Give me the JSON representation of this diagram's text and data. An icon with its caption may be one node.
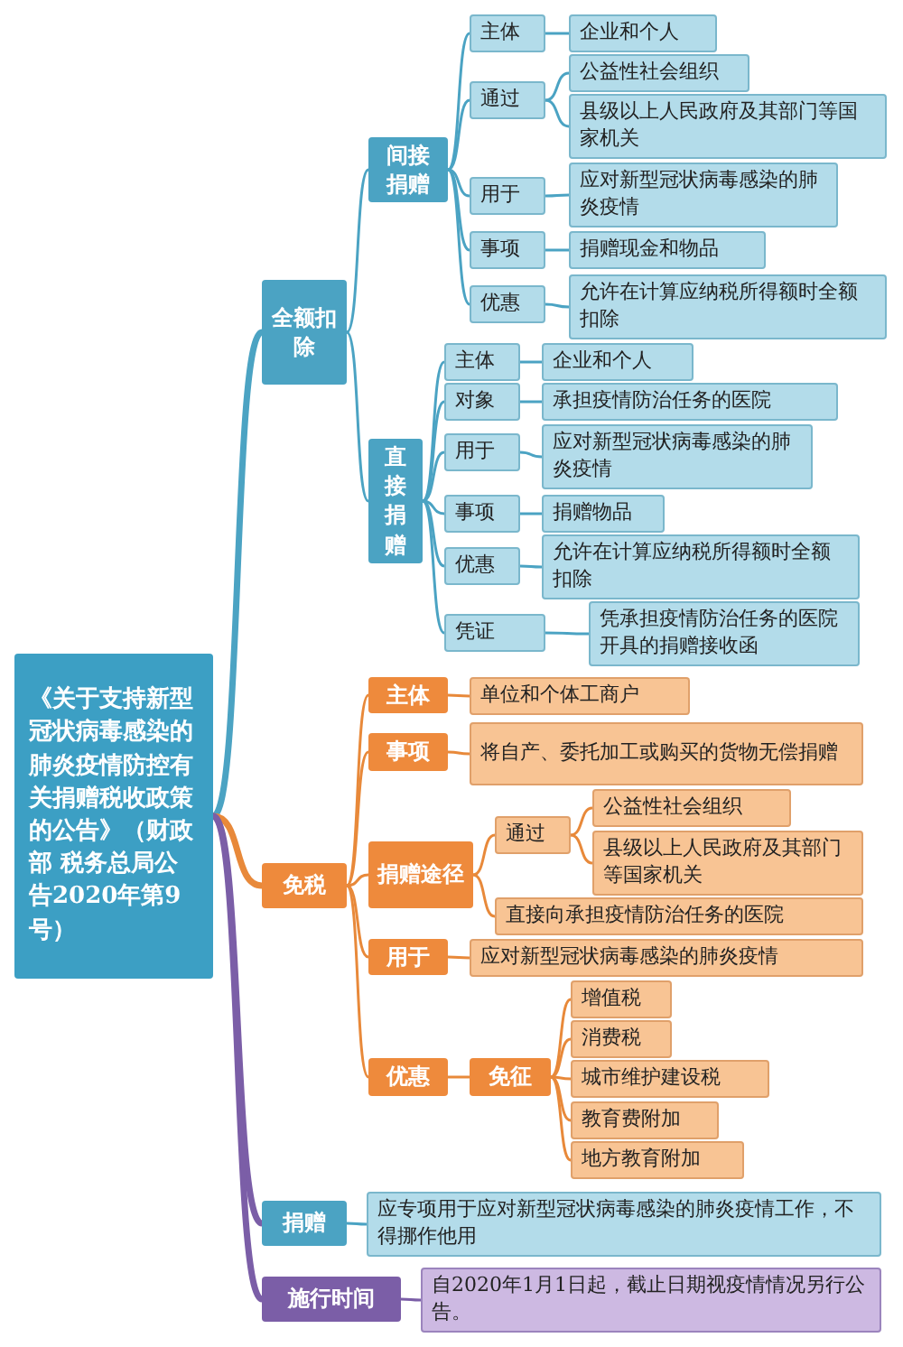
{
  "diagram": {
    "nodes": [
      {
        "text": [
          "《关于支持新型冠状病毒感染的肺炎疫情防控有关捐赠税收政策的公告》（财政部 税务总局公告2020年第9号）"
        ]
      },
      {
        "text": [
          "全额扣除"
        ]
      },
      {
        "text": [
          "间接捐赠"
        ]
      },
      {
        "text": [
          "主体"
        ]
      },
      {
        "text": [
          "企业和个人"
        ]
      },
      {
        "text": [
          "通过"
        ]
      },
      {
        "text": [
          "公益性社会组织"
        ]
      },
      {
        "text": [
          "县级以上人民政府及其部门等国家机关"
        ]
      },
      {
        "text": [
          "用于"
        ]
      },
      {
        "text": [
          "应对新型冠状病毒感染的肺炎疫情"
        ]
      },
      {
        "text": [
          "事项"
        ]
      },
      {
        "text": [
          "捐赠现金和物品"
        ]
      },
      {
        "text": [
          "优惠"
        ]
      },
      {
        "text": [
          "允许在计算应纳税所得额时全额扣除"
        ]
      },
      {
        "text": [
          "直接捐赠"
        ]
      },
      {
        "text": [
          "主体"
        ]
      },
      {
        "text": [
          "企业和个人"
        ]
      },
      {
        "text": [
          "对象"
        ]
      },
      {
        "text": [
          "承担疫情防治任务的医院"
        ]
      },
      {
        "text": [
          "用于"
        ]
      },
      {
        "text": [
          "应对新型冠状病毒感染的肺炎疫情"
        ]
      },
      {
        "text": [
          "事项"
        ]
      },
      {
        "text": [
          "捐赠物品"
        ]
      },
      {
        "text": [
          "优惠"
        ]
      },
      {
        "text": [
          "允许在计算应纳税所得额时全额扣除"
        ]
      },
      {
        "text": [
          "凭证"
        ]
      },
      {
        "text": [
          "凭承担疫情防治任务的医院开具的捐赠接收函"
        ]
      },
      {
        "text": [
          "免税"
        ]
      },
      {
        "text": [
          "主体"
        ]
      },
      {
        "text": [
          "单位和个体工商户"
        ]
      },
      {
        "text": [
          "事项"
        ]
      },
      {
        "text": [
          "将自产、委托加工或购买的货物无偿捐赠"
        ]
      },
      {
        "text": [
          "捐赠途径"
        ]
      },
      {
        "text": [
          "通过"
        ]
      },
      {
        "text": [
          "公益性社会组织"
        ]
      },
      {
        "text": [
          "县级以上人民政府及其部门等国家机关"
        ]
      },
      {
        "text": [
          "直接向承担疫情防治任务的医院"
        ]
      },
      {
        "text": [
          "用于"
        ]
      },
      {
        "text": [
          "应对新型冠状病毒感染的肺炎疫情"
        ]
      },
      {
        "text": [
          "优惠"
        ]
      },
      {
        "text": [
          "免征"
        ]
      },
      {
        "text": [
          "增值税"
        ]
      },
      {
        "text": [
          "消费税"
        ]
      },
      {
        "text": [
          "城市维护建设税"
        ]
      },
      {
        "text": [
          "教育费附加"
        ]
      },
      {
        "text": [
          "地方教育附加"
        ]
      },
      {
        "text": [
          "捐赠"
        ]
      },
      {
        "text": [
          "应专项用于应对新型冠状病毒感染的肺炎疫情工作，不得挪作他用"
        ]
      },
      {
        "text": [
          "施行时间"
        ]
      },
      {
        "text": [
          "自2020年1月1日起，截止日期视疫情情况另行公告。"
        ]
      }
    ],
    "edges": [
      {
        "from": 0,
        "to": 1,
        "arrow": "none",
        "style": "thick"
      },
      {
        "from": 1,
        "to": 2,
        "arrow": "none"
      },
      {
        "from": 2,
        "to": 3,
        "arrow": "none"
      },
      {
        "from": 3,
        "to": 4,
        "arrow": "none"
      },
      {
        "from": 2,
        "to": 5,
        "arrow": "none"
      },
      {
        "from": 5,
        "to": 6,
        "arrow": "none"
      },
      {
        "from": 5,
        "to": 7,
        "arrow": "none"
      },
      {
        "from": 2,
        "to": 8,
        "arrow": "none"
      },
      {
        "from": 8,
        "to": 9,
        "arrow": "none"
      },
      {
        "from": 2,
        "to": 10,
        "arrow": "none"
      },
      {
        "from": 10,
        "to": 11,
        "arrow": "none"
      },
      {
        "from": 2,
        "to": 12,
        "arrow": "none"
      },
      {
        "from": 12,
        "to": 13,
        "arrow": "none"
      },
      {
        "from": 1,
        "to": 14,
        "arrow": "none"
      },
      {
        "from": 14,
        "to": 15,
        "arrow": "none"
      },
      {
        "from": 15,
        "to": 16,
        "arrow": "none"
      },
      {
        "from": 14,
        "to": 17,
        "arrow": "none"
      },
      {
        "from": 17,
        "to": 18,
        "arrow": "none"
      },
      {
        "from": 14,
        "to": 19,
        "arrow": "none"
      },
      {
        "from": 19,
        "to": 20,
        "arrow": "none"
      },
      {
        "from": 14,
        "to": 21,
        "arrow": "none"
      },
      {
        "from": 21,
        "to": 22,
        "arrow": "none"
      },
      {
        "from": 14,
        "to": 23,
        "arrow": "none"
      },
      {
        "from": 23,
        "to": 24,
        "arrow": "none"
      },
      {
        "from": 14,
        "to": 25,
        "arrow": "none"
      },
      {
        "from": 25,
        "to": 26,
        "arrow": "none"
      },
      {
        "from": 0,
        "to": 27,
        "arrow": "none",
        "style": "thick",
        "color": "#e8893a"
      },
      {
        "from": 27,
        "to": 28,
        "arrow": "none",
        "color": "#e8893a"
      },
      {
        "from": 28,
        "to": 29,
        "arrow": "none",
        "color": "#e8893a"
      },
      {
        "from": 27,
        "to": 30,
        "arrow": "none",
        "color": "#e8893a"
      },
      {
        "from": 30,
        "to": 31,
        "arrow": "none",
        "color": "#e8893a"
      },
      {
        "from": 27,
        "to": 32,
        "arrow": "none",
        "color": "#e8893a"
      },
      {
        "from": 32,
        "to": 33,
        "arrow": "none",
        "color": "#e8893a"
      },
      {
        "from": 33,
        "to": 34,
        "arrow": "none",
        "color": "#e8893a"
      },
      {
        "from": 33,
        "to": 35,
        "arrow": "none",
        "color": "#e8893a"
      },
      {
        "from": 32,
        "to": 36,
        "arrow": "none",
        "color": "#e8893a"
      },
      {
        "from": 27,
        "to": 37,
        "arrow": "none",
        "color": "#e8893a"
      },
      {
        "from": 37,
        "to": 38,
        "arrow": "none",
        "color": "#e8893a"
      },
      {
        "from": 27,
        "to": 39,
        "arrow": "none",
        "color": "#e8893a"
      },
      {
        "from": 39,
        "to": 40,
        "arrow": "none",
        "color": "#e8893a"
      },
      {
        "from": 40,
        "to": 41,
        "arrow": "none",
        "color": "#e8893a"
      },
      {
        "from": 40,
        "to": 42,
        "arrow": "none",
        "color": "#e8893a"
      },
      {
        "from": 40,
        "to": 43,
        "arrow": "none",
        "color": "#e8893a"
      },
      {
        "from": 40,
        "to": 44,
        "arrow": "none",
        "color": "#e8893a"
      },
      {
        "from": 40,
        "to": 45,
        "arrow": "none",
        "color": "#e8893a"
      },
      {
        "from": 0,
        "to": 46,
        "arrow": "none",
        "style": "thick",
        "color": "#7b5ea7"
      },
      {
        "from": 46,
        "to": 47,
        "arrow": "none"
      },
      {
        "from": 0,
        "to": 48,
        "arrow": "none",
        "style": "thick",
        "color": "#7b5ea7"
      },
      {
        "from": 48,
        "to": 49,
        "arrow": "none",
        "color": "#7b5ea7"
      }
    ]
  }
}
